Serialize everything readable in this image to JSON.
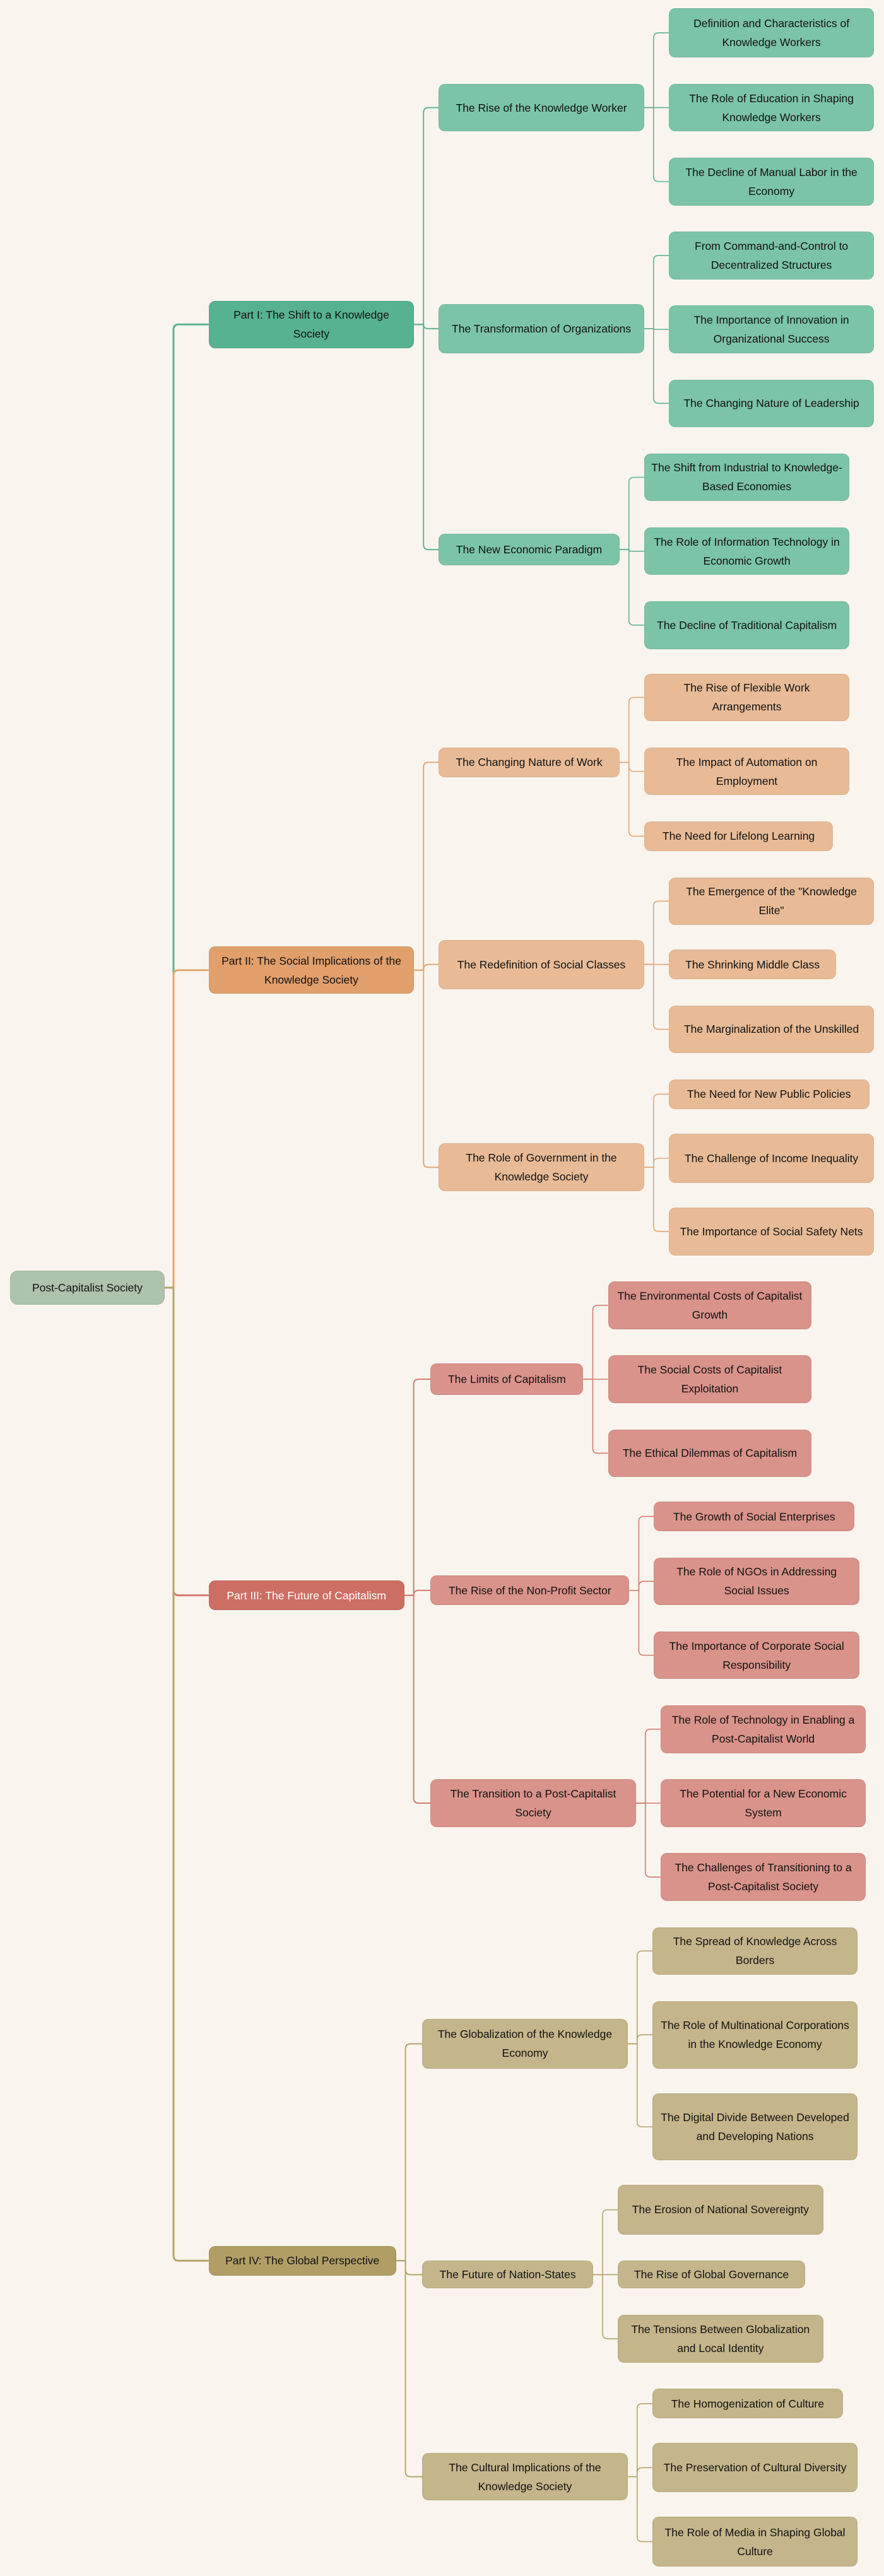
{
  "root": {
    "label": "Post-Capitalist Society"
  },
  "colors": {
    "background": "#f9f5ee",
    "root": "#adc3ab",
    "parts": [
      {
        "main": "#56b290",
        "child": "#7cc4a8",
        "line": "#5fb391",
        "text": "#111111"
      },
      {
        "main": "#e09f6b",
        "child": "#e8bb96",
        "line": "#e2a774",
        "text": "#111111"
      },
      {
        "main": "#cd6e64",
        "child": "#d9938b",
        "line": "#d47a70",
        "text": "#ffffff"
      },
      {
        "main": "#b09e66",
        "child": "#c4b58a",
        "line": "#b5a46c",
        "text": "#111111"
      }
    ]
  },
  "parts": [
    {
      "label": "Part I: The Shift to a Knowledge Society",
      "children": [
        {
          "label": "The Rise of the Knowledge Worker",
          "children": [
            {
              "label": "Definition and Characteristics of Knowledge Workers"
            },
            {
              "label": "The Role of Education in Shaping Knowledge Workers"
            },
            {
              "label": "The Decline of Manual Labor in the Economy"
            }
          ]
        },
        {
          "label": "The Transformation of Organizations",
          "children": [
            {
              "label": "From Command-and-Control to Decentralized Structures"
            },
            {
              "label": "The Importance of Innovation in Organizational Success"
            },
            {
              "label": "The Changing Nature of Leadership"
            }
          ]
        },
        {
          "label": "The New Economic Paradigm",
          "children": [
            {
              "label": "The Shift from Industrial to Knowledge-Based Economies"
            },
            {
              "label": "The Role of Information Technology in Economic Growth"
            },
            {
              "label": "The Decline of Traditional Capitalism"
            }
          ]
        }
      ]
    },
    {
      "label": "Part II: The Social Implications of the Knowledge Society",
      "children": [
        {
          "label": "The Changing Nature of Work",
          "children": [
            {
              "label": "The Rise of Flexible Work Arrangements"
            },
            {
              "label": "The Impact of Automation on Employment"
            },
            {
              "label": "The Need for Lifelong Learning"
            }
          ]
        },
        {
          "label": "The Redefinition of Social Classes",
          "children": [
            {
              "label": "The Emergence of the \"Knowledge Elite\""
            },
            {
              "label": "The Shrinking Middle Class"
            },
            {
              "label": "The Marginalization of the Unskilled"
            }
          ]
        },
        {
          "label": "The Role of Government in the Knowledge Society",
          "children": [
            {
              "label": "The Need for New Public Policies"
            },
            {
              "label": "The Challenge of Income Inequality"
            },
            {
              "label": "The Importance of Social Safety Nets"
            }
          ]
        }
      ]
    },
    {
      "label": "Part III: The Future of Capitalism",
      "children": [
        {
          "label": "The Limits of Capitalism",
          "children": [
            {
              "label": "The Environmental Costs of Capitalist Growth"
            },
            {
              "label": "The Social Costs of Capitalist Exploitation"
            },
            {
              "label": "The Ethical Dilemmas of Capitalism"
            }
          ]
        },
        {
          "label": "The Rise of the Non-Profit Sector",
          "children": [
            {
              "label": "The Growth of Social Enterprises"
            },
            {
              "label": "The Role of NGOs in Addressing Social Issues"
            },
            {
              "label": "The Importance of Corporate Social Responsibility"
            }
          ]
        },
        {
          "label": "The Transition to a Post-Capitalist Society",
          "children": [
            {
              "label": "The Role of Technology in Enabling a Post-Capitalist World"
            },
            {
              "label": "The Potential for a New Economic System"
            },
            {
              "label": "The Challenges of Transitioning to a Post-Capitalist Society"
            }
          ]
        }
      ]
    },
    {
      "label": "Part IV: The Global Perspective",
      "children": [
        {
          "label": "The Globalization of the Knowledge Economy",
          "children": [
            {
              "label": "The Spread of Knowledge Across Borders"
            },
            {
              "label": "The Role of Multinational Corporations in the Knowledge Economy"
            },
            {
              "label": "The Digital Divide Between Developed and Developing Nations"
            }
          ]
        },
        {
          "label": "The Future of Nation-States",
          "children": [
            {
              "label": "The Erosion of National Sovereignty"
            },
            {
              "label": "The Rise of Global Governance"
            },
            {
              "label": "The Tensions Between Globalization and Local Identity"
            }
          ]
        },
        {
          "label": "The Cultural Implications of the Knowledge Society",
          "children": [
            {
              "label": "The Homogenization of Culture"
            },
            {
              "label": "The Preservation of Cultural Diversity"
            },
            {
              "label": "The Role of Media in Shaping Global Culture"
            }
          ]
        }
      ]
    }
  ]
}
